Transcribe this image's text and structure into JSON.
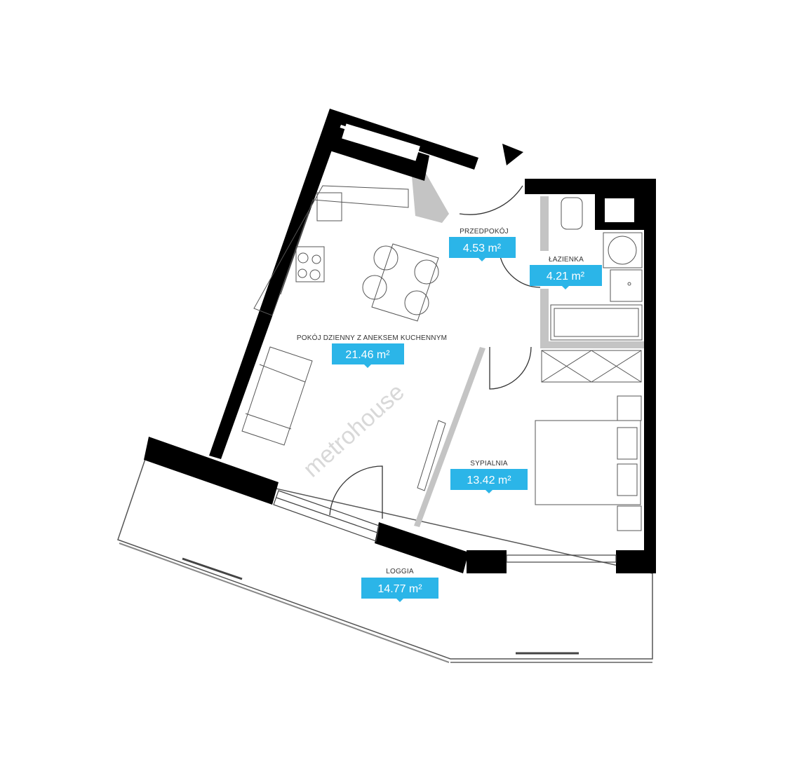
{
  "watermark": "metrohouse",
  "accent_color": "#2bb5e8",
  "rooms": [
    {
      "name": "PRZEDPOKÓJ",
      "area": "4.53 m²"
    },
    {
      "name": "ŁAZIENKA",
      "area": "4.21 m²"
    },
    {
      "name": "POKÓJ DZIENNY Z ANEKSEM KUCHENNYM",
      "area": "21.46 m²"
    },
    {
      "name": "SYPIALNIA",
      "area": "13.42 m²"
    },
    {
      "name": "LOGGIA",
      "area": "14.77 m²"
    }
  ]
}
